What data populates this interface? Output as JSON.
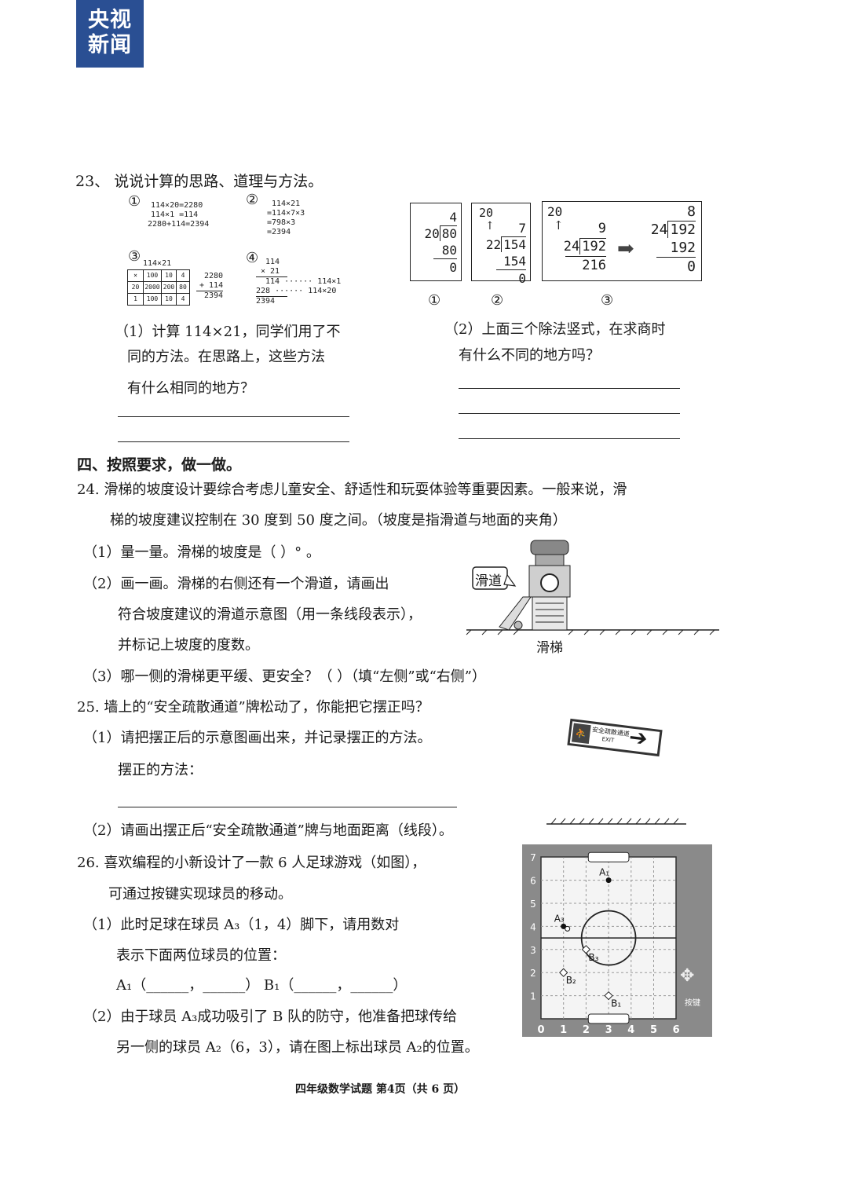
{
  "logo": {
    "line1": "央视",
    "line2": "新闻"
  },
  "q23": {
    "title": "23、 说说计算的思路、道理与方法。",
    "m1": {
      "num": "①",
      "lines": [
        "114×20=2280",
        "114×1 =114",
        "2280+114=2394"
      ]
    },
    "m2": {
      "num": "②",
      "lines": [
        "114×21",
        "=114×7×3",
        "=798×3",
        "=2394"
      ]
    },
    "m3": {
      "num": "③",
      "top": "114×21",
      "grid": [
        [
          "×",
          "100",
          "10",
          "4"
        ],
        [
          "20",
          "2000",
          "200",
          "80"
        ],
        [
          "1",
          "100",
          "10",
          "4"
        ]
      ],
      "sum": [
        "2280",
        "+ 114",
        "2394"
      ]
    },
    "m4": {
      "num": "④",
      "lines": [
        "114",
        "× 21",
        "114 ······ 114×1",
        "228 ······ 114×20",
        "2394"
      ]
    },
    "div1": {
      "quotient": "4",
      "divisor": "20",
      "dividend": "80",
      "prod": "80",
      "rem": "0",
      "label": "①"
    },
    "div2": {
      "trial": "20",
      "quotient": "7",
      "divisor": "22",
      "dividend": "154",
      "prod": "154",
      "rem": "0",
      "label": "②"
    },
    "div3": {
      "trial": "20",
      "quotient": "9",
      "divisor": "24",
      "dividend": "192",
      "prod": "216",
      "quotient2": "8",
      "divisor2": "24",
      "dividend2": "192",
      "prod2": "192",
      "rem2": "0",
      "label": "③"
    },
    "p1": [
      "（1）计算 114×21，同学们用了不",
      "同的方法。在思路上，这些方法",
      "有什么相同的地方？"
    ],
    "p2": [
      "（2）上面三个除法竖式，在求商时",
      "有什么不同的地方吗？"
    ]
  },
  "s4": {
    "title": "四、按照要求，做一做。"
  },
  "q24": {
    "l1": "24.  滑梯的坡度设计要综合考虑儿童安全、舒适性和玩耍体验等重要因素。一般来说，滑",
    "l2": "梯的坡度建议控制在 30 度到 50 度之间。（坡度是指滑道与地面的夹角）",
    "p1": "（1）量一量。滑梯的坡度是（          ）°  。",
    "p2a": "（2）画一画。滑梯的右侧还有一个滑道，请画出",
    "p2b": "符合坡度建议的滑道示意图（用一条线段表示），",
    "p2c": "并标记上坡度的度数。",
    "p3": "（3）哪一侧的滑梯更平缓、更安全？（          ）（填“左侧”或“右侧”）",
    "label_slide": "滑道",
    "label_caption": "滑梯"
  },
  "q25": {
    "l1": "25.  墙上的“安全疏散通道”牌松动了，你能把它摆正吗？",
    "p1": "（1）请把摆正后的示意图画出来，并记录摆正的方法。",
    "p1b": "摆正的方法：",
    "p2": "（2）请画出摆正后“安全疏散通道”牌与地面距离（线段）。",
    "sign_text": "安全疏散通道",
    "sign_exit": "EXIT"
  },
  "q26": {
    "l1": "26.  喜欢编程的小新设计了一款 6 人足球游戏（如图），",
    "l2": "可通过按键实现球员的移动。",
    "p1a": "（1）此时足球在球员 A₃（1，4）脚下，请用数对",
    "p1b": "表示下面两位球员的位置：",
    "p1c": "A₁（______，______）     B₁（______，______）",
    "p2a": "（2）由于球员 A₃成功吸引了 B 队的防守，他准备把球传给",
    "p2b": "另一侧的球员 A₂（6，3），请在图上标出球员 A₂的位置。",
    "grid_x": [
      "0",
      "1",
      "2",
      "3",
      "4",
      "5",
      "6"
    ],
    "grid_y": [
      "1",
      "2",
      "3",
      "4",
      "5",
      "6",
      "7"
    ],
    "players": [
      {
        "label": "A₁",
        "x": 3,
        "y": 6,
        "team": "A"
      },
      {
        "label": "A₃",
        "x": 1,
        "y": 4,
        "team": "A"
      },
      {
        "label": "B₃",
        "x": 2,
        "y": 3,
        "team": "B"
      },
      {
        "label": "B₂",
        "x": 1,
        "y": 2,
        "team": "B"
      },
      {
        "label": "B₁",
        "x": 3,
        "y": 1,
        "team": "B"
      }
    ],
    "key_label": "按键"
  },
  "footer": "四年级数学试题  第4页（共 6 页）"
}
